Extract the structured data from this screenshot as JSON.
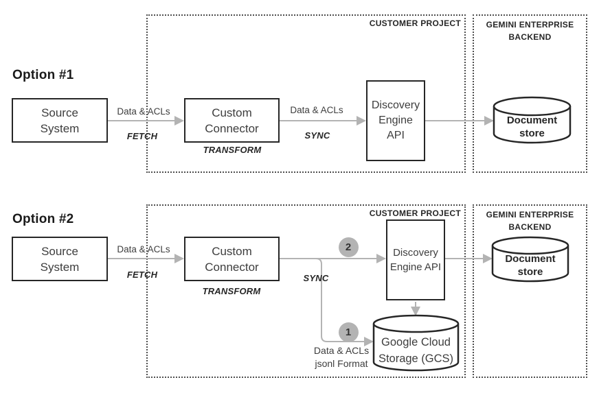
{
  "colors": {
    "connector_line": "#b3b3b3",
    "node_border": "#262626",
    "zone_border": "#4d4d4d",
    "badge_fill": "#b3b3b3",
    "text": "#3d3d3d"
  },
  "option1": {
    "heading": "Option #1",
    "zone_customer": "CUSTOMER PROJECT",
    "zone_gemini_line1": "GEMINI ENTERPRISE",
    "zone_gemini_line2": "BACKEND",
    "source_line1": "Source",
    "source_line2": "System",
    "connector_line1": "Custom",
    "connector_line2": "Connector",
    "discovery_line1": "Discovery",
    "discovery_line2": "Engine",
    "discovery_line3": "API",
    "docstore_line1": "Document",
    "docstore_line2": "store",
    "edge_fetch_label": "Data & ACLs",
    "edge_fetch_verb": "FETCH",
    "edge_transform_verb": "TRANSFORM",
    "edge_sync_label": "Data & ACLs",
    "edge_sync_verb": "SYNC"
  },
  "option2": {
    "heading": "Option #2",
    "zone_customer": "CUSTOMER PROJECT",
    "zone_gemini_line1": "GEMINI ENTERPRISE",
    "zone_gemini_line2": "BACKEND",
    "source_line1": "Source",
    "source_line2": "System",
    "connector_line1": "Custom",
    "connector_line2": "Connector",
    "discovery_line1": "Discovery",
    "discovery_line2": "Engine API",
    "docstore_line1": "Document",
    "docstore_line2": "store",
    "gcs_line1": "Google Cloud",
    "gcs_line2": "Storage (GCS)",
    "edge_fetch_label": "Data & ACLs",
    "edge_fetch_verb": "FETCH",
    "edge_transform_verb": "TRANSFORM",
    "edge_sync_verb": "SYNC",
    "badge_discovery_path": "2",
    "badge_gcs_path": "1",
    "edge_gcs_label_line1": "Data & ACLs",
    "edge_gcs_label_line2": "jsonl Format"
  }
}
